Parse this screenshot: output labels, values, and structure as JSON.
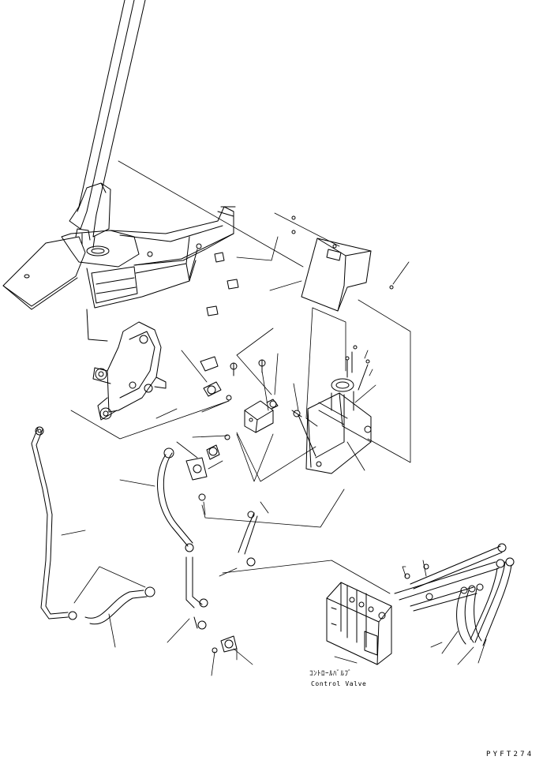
{
  "labels": {
    "control_valve_jp": "ｺﾝﾄﾛｰﾙﾊﾞﾙﾌﾞ",
    "control_valve_en": "Control Valve",
    "drawing_code": "PYFT274"
  }
}
